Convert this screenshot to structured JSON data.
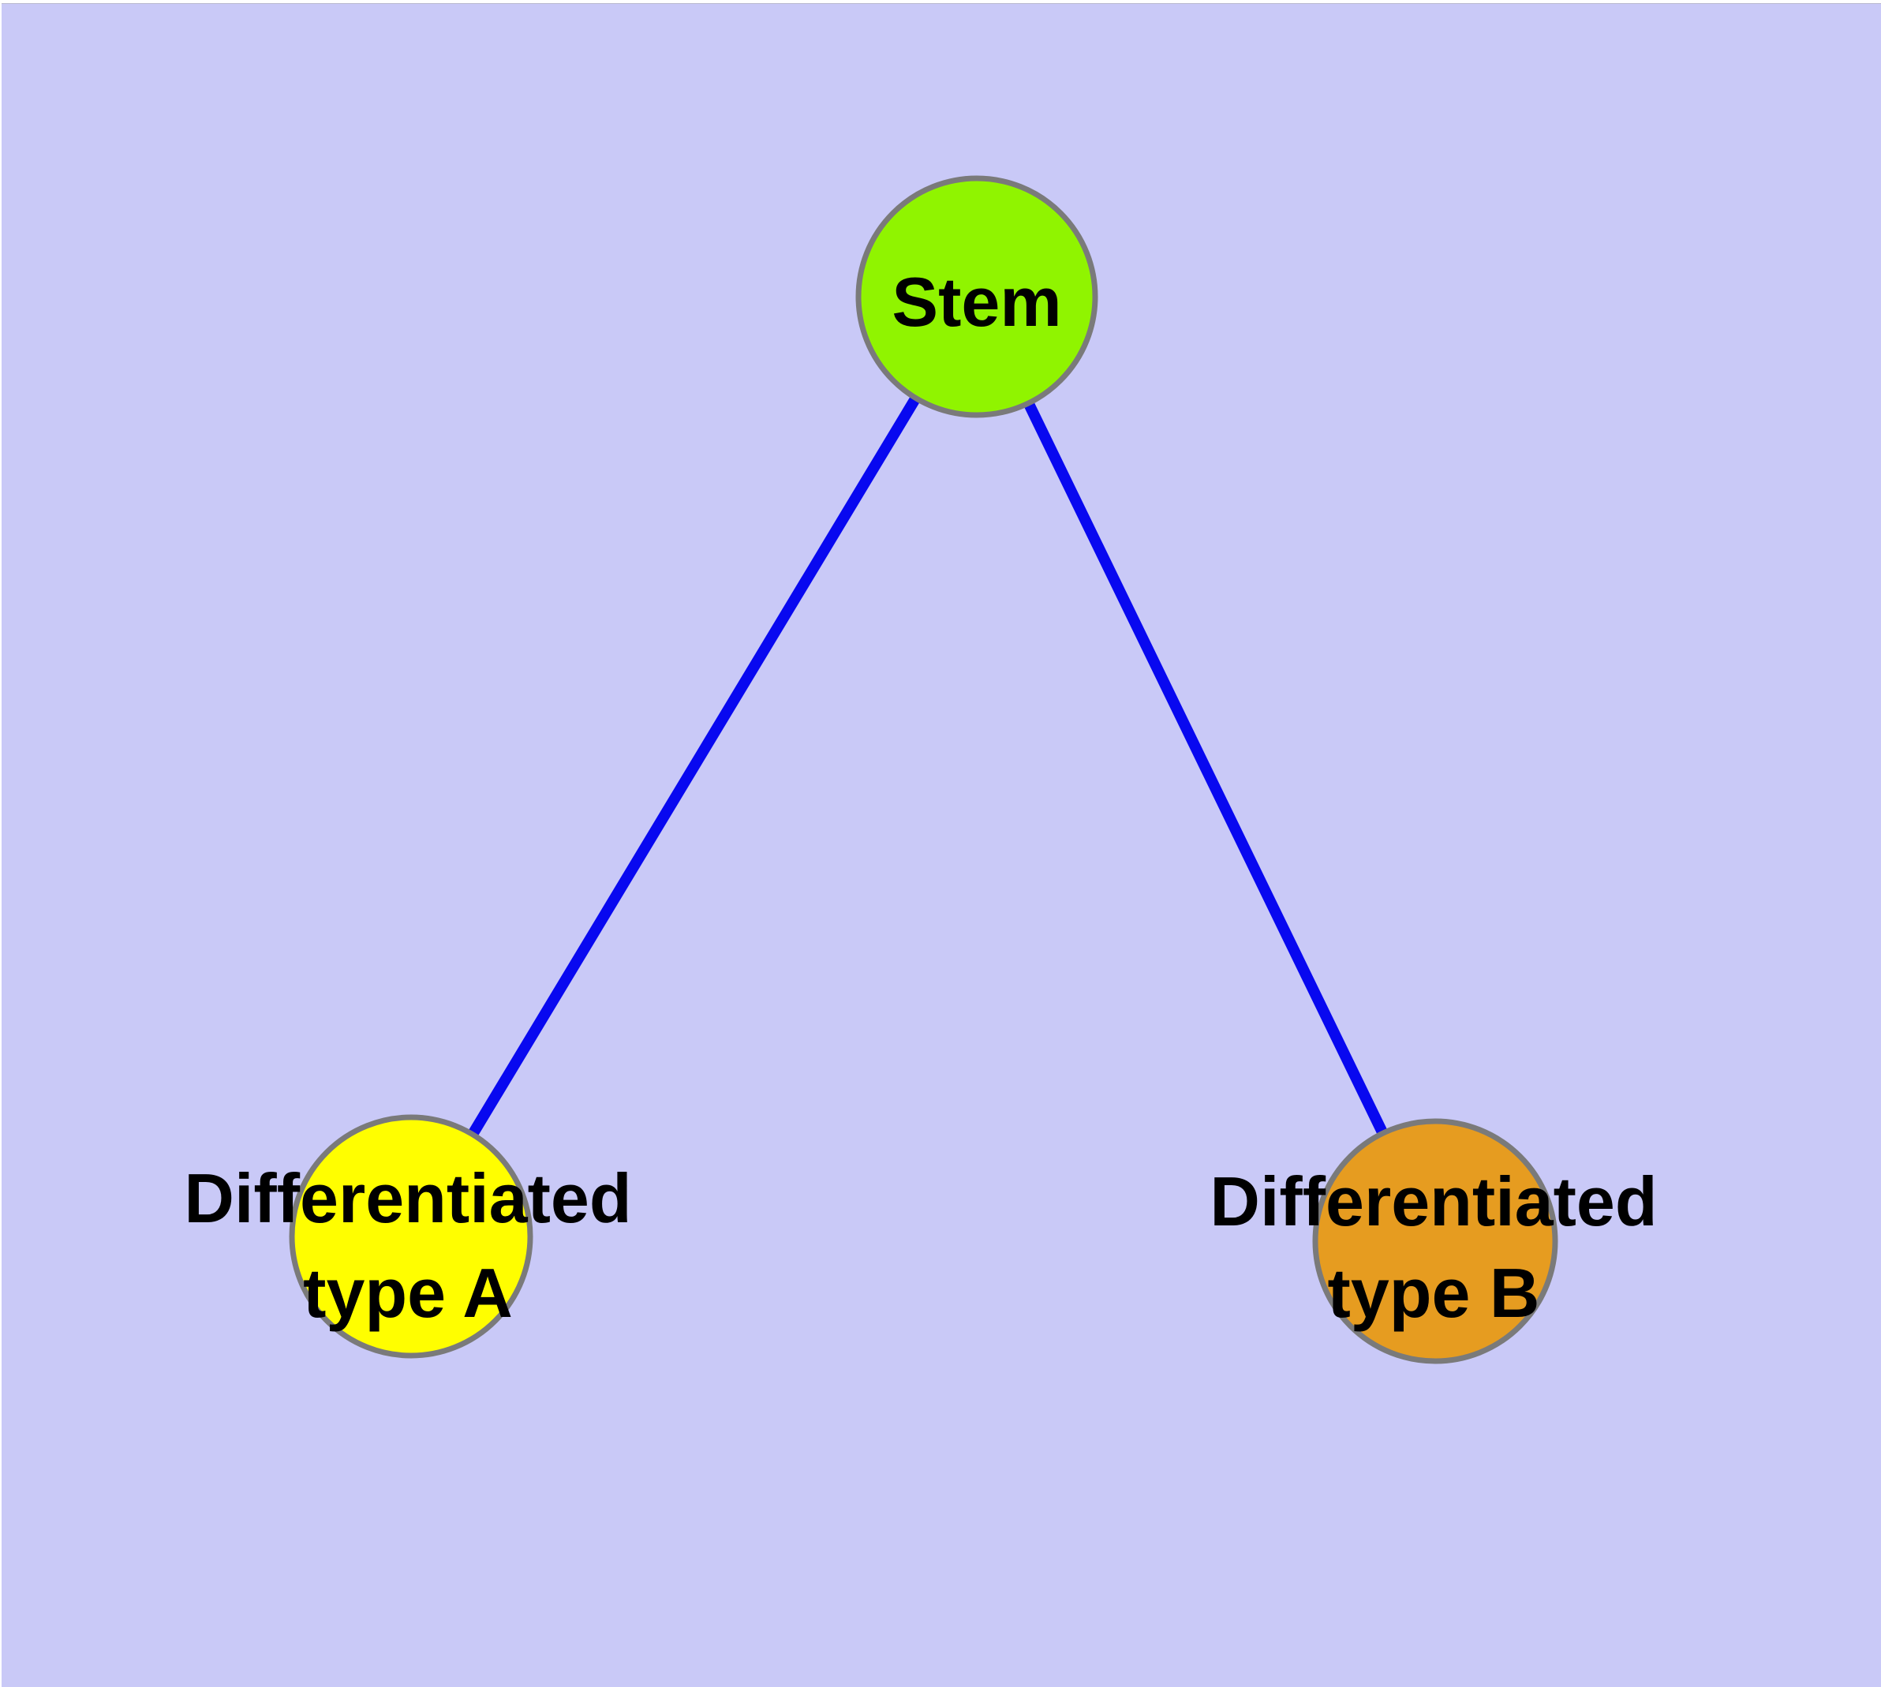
{
  "diagram": {
    "background_color": "#c9c9f7",
    "text_color": "#000000",
    "edges": {
      "color": "#0808f0",
      "connections": [
        {
          "from": "stem",
          "to": "diff_a"
        },
        {
          "from": "stem",
          "to": "diff_b"
        }
      ]
    },
    "nodes": {
      "stem": {
        "label": "Stem",
        "fill": "#90f400",
        "border_color": "#7a7a7a"
      },
      "diff_a": {
        "label_line1": "Differentiated",
        "label_line2": "type A",
        "fill": "#fffe00",
        "border_color": "#7a7a7a"
      },
      "diff_b": {
        "label_line1": "Differentiated",
        "label_line2": "type B",
        "fill": "#e69c20",
        "border_color": "#7a7a7a"
      }
    }
  }
}
